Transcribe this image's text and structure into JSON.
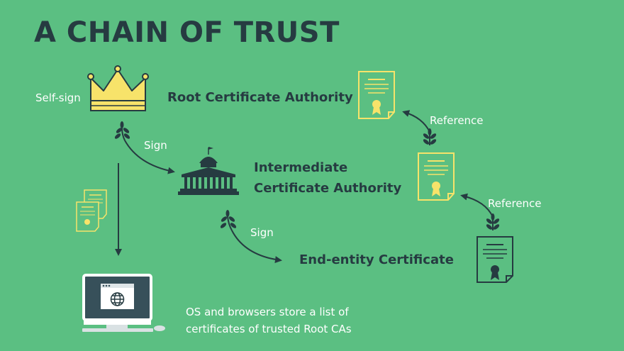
{
  "title": "A CHAIN OF TRUST",
  "nodes": {
    "root": "Root Certificate Authority",
    "intermediate_line1": "Intermediate",
    "intermediate_line2": "Certificate Authority",
    "end_entity": "End-entity Certificate"
  },
  "edges": {
    "self_sign": "Self-sign",
    "sign_root_to_intermediate": "Sign",
    "sign_intermediate_to_end": "Sign",
    "reference_upper": "Reference",
    "reference_lower": "Reference"
  },
  "note": {
    "line1": "OS and browsers store a list of",
    "line2": "certificates of trusted Root CAs"
  },
  "colors": {
    "background": "#5bbf82",
    "dark": "#263b41",
    "gold": "#f7e36a",
    "white": "#ffffff",
    "screen": "#37505a"
  },
  "icons": [
    "crown-icon",
    "government-building-icon",
    "certificate-icon",
    "computer-icon",
    "globe-icon",
    "laurel-icon"
  ]
}
